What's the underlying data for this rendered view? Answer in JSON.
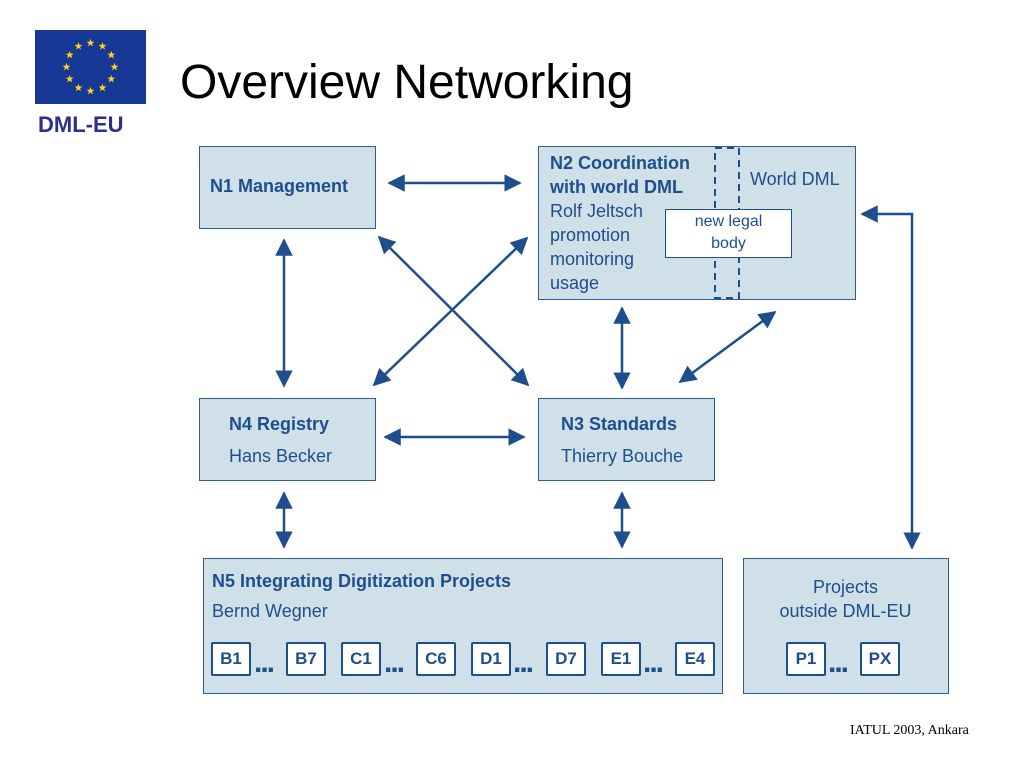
{
  "logo": {
    "text": "DML-EU"
  },
  "title": "Overview  Networking",
  "footer": "IATUL 2003, Ankara",
  "colors": {
    "box_fill": "#cfe0e8",
    "box_border": "#2f5d92",
    "text_blue": "#1f4e8c",
    "flag_blue": "#173894",
    "star_gold": "#ffd21a"
  },
  "nodes": {
    "n1": {
      "title": "N1 Management"
    },
    "n2": {
      "title_line1": "N2 Coordination",
      "title_line2": "with world DML",
      "lines": [
        "Rolf Jeltsch",
        "promotion",
        "monitoring",
        "usage"
      ],
      "world": "World DML",
      "legal_line1": "new legal",
      "legal_line2": "body"
    },
    "n3": {
      "title": "N3 Standards",
      "person": "Thierry Bouche"
    },
    "n4": {
      "title": "N4 Registry",
      "person": "Hans Becker"
    },
    "n5": {
      "title": "N5 Integrating Digitization Projects",
      "person": "Bernd Wegner",
      "chips": [
        "B1",
        "B7",
        "C1",
        "C6",
        "D1",
        "D7",
        "E1",
        "E4"
      ],
      "ellipsis": "..."
    },
    "projects": {
      "line1": "Projects",
      "line2": "outside DML-EU",
      "chips": [
        "P1",
        "PX"
      ],
      "ellipsis": "..."
    }
  }
}
